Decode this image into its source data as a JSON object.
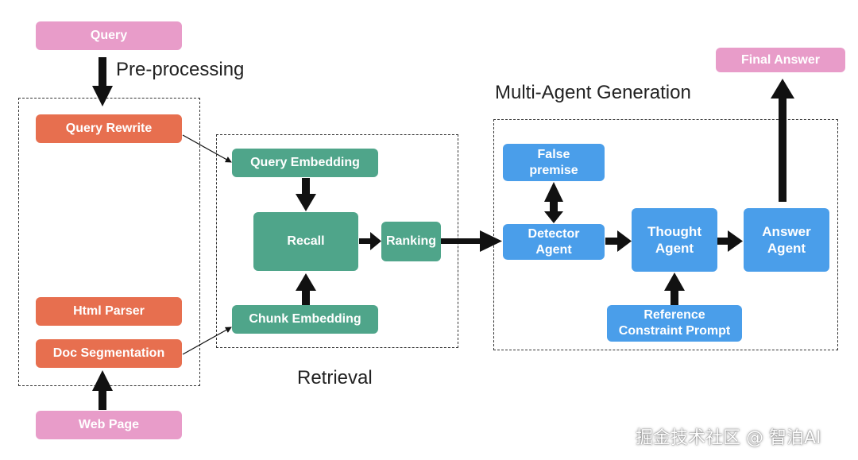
{
  "labels": {
    "preprocessing": "Pre-processing",
    "retrieval": "Retrieval",
    "generation": "Multi-Agent Generation"
  },
  "nodes": {
    "query": "Query",
    "query_rewrite": "Query Rewrite",
    "html_parser": "Html Parser",
    "doc_segmentation": "Doc Segmentation",
    "web_page": "Web Page",
    "query_embedding": "Query Embedding",
    "recall": "Recall",
    "ranking": "Ranking",
    "chunk_embedding": "Chunk Embedding",
    "false_premise_line1": "False",
    "false_premise_line2": "premise",
    "detector_agent_line1": "Detector",
    "detector_agent_line2": "Agent",
    "thought_agent_line1": "Thought",
    "thought_agent_line2": "Agent",
    "answer_agent_line1": "Answer",
    "answer_agent_line2": "Agent",
    "reference_prompt_line1": "Reference",
    "reference_prompt_line2": "Constraint Prompt",
    "final_answer": "Final Answer"
  },
  "watermark": "掘金技术社区 @ 智泊AI",
  "colors": {
    "input_output": "#e89cc9",
    "preprocessing": "#e76f4f",
    "retrieval": "#4fa58a",
    "generation": "#4a9eea"
  }
}
